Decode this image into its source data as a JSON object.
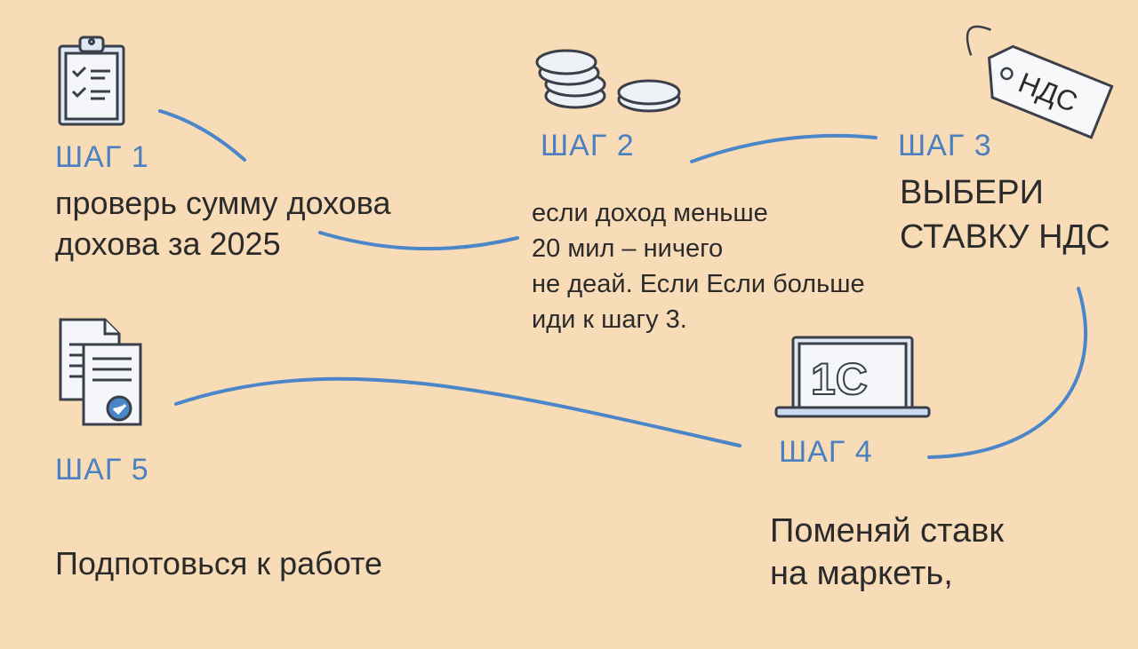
{
  "steps": [
    {
      "label": "ШАГ 1",
      "lines": [
        "проверь сумму дохова",
        "дохова за 2025"
      ],
      "icon": "clipboard-checklist-icon"
    },
    {
      "label": "ШАГ 2",
      "lines": [
        "если доход меньше",
        "20 мил – ничего",
        "не деай. Если Если больше",
        "иди к шагу 3."
      ],
      "icon": "coins-icon"
    },
    {
      "label": "ШАГ 3",
      "lines": [
        "ВЫБЕРИ",
        "СТАВКУ НДС"
      ],
      "icon": "price-tag-icon",
      "tag_text": "НДС"
    },
    {
      "label": "ШАГ 4",
      "lines": [
        "Поменяй ставк",
        "на маркеть,"
      ],
      "icon": "laptop-1c-icon",
      "logo_text": "1С"
    },
    {
      "label": "ШАГ 5",
      "lines": [
        "Подпотовься к работе"
      ],
      "icon": "documents-check-icon"
    }
  ],
  "colors": {
    "background": "#f8dcb7",
    "accent": "#4a7fc0",
    "line": "#4a86c8"
  }
}
